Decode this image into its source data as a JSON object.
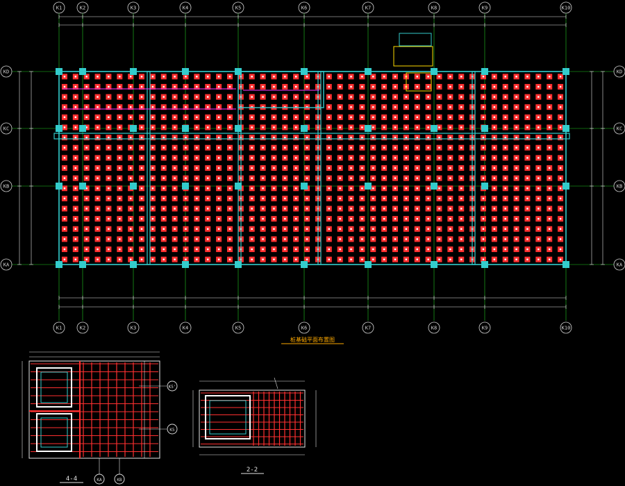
{
  "drawing": {
    "background": "#000000",
    "colors": {
      "axis_bubble": "#d8d8d8",
      "dimension": "#e6e6e6",
      "grid_line": "#22cc22",
      "pile_cap": "#ff3030",
      "pile_core": "#ffffff",
      "column": "#33cccc",
      "tie_beam": "#33cccc",
      "highlight_beam": "#ff33ff",
      "pit_outline": "#ffdd00",
      "title_text": "#ffaa00"
    },
    "axes_top": [
      "K1",
      "K2",
      "K3",
      "K4",
      "K5",
      "K6",
      "K7",
      "K8",
      "K9",
      "K10"
    ],
    "axes_side": [
      "KD",
      "KC",
      "KB",
      "KA"
    ],
    "title": "桩基础平面布置图",
    "sections": [
      {
        "id": "4-4",
        "label": "4-4",
        "axis_refs": [
          "K5'",
          "K5",
          "KA",
          "KB"
        ]
      },
      {
        "id": "2-2",
        "label": "2-2",
        "axis_refs": []
      }
    ]
  }
}
